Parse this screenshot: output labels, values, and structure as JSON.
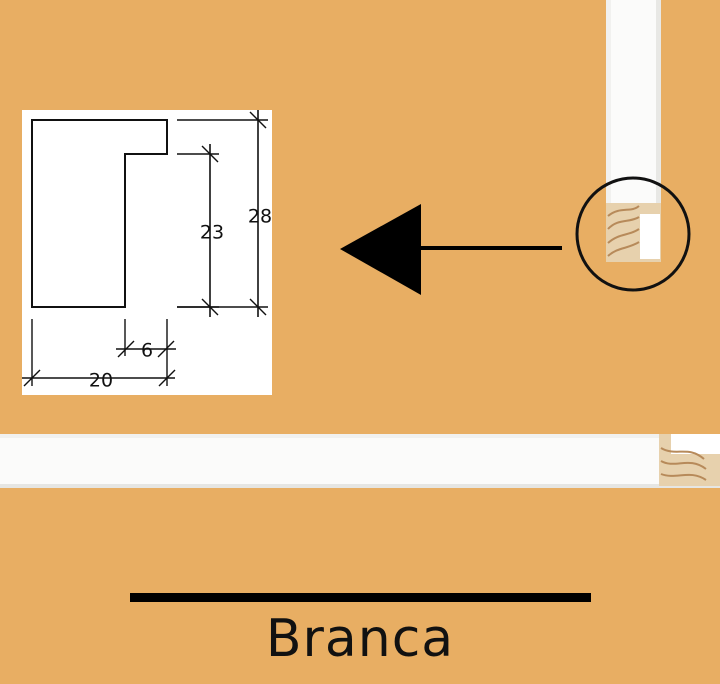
{
  "page": {
    "background_color": "#e8ae63",
    "frame_color": "#fbfbfa",
    "wood_color": "#e7d1ad",
    "wood_grain_color": "#b78a5a",
    "line_color": "#111111"
  },
  "profile_drawing": {
    "dimensions": {
      "height_inner": "23",
      "height_total": "28",
      "width_rebate": "6",
      "width_total": "20"
    }
  },
  "product": {
    "name": "Branca"
  },
  "icons": {
    "arrow": "left-arrow-icon",
    "zoom": "magnifier-circle-icon"
  }
}
